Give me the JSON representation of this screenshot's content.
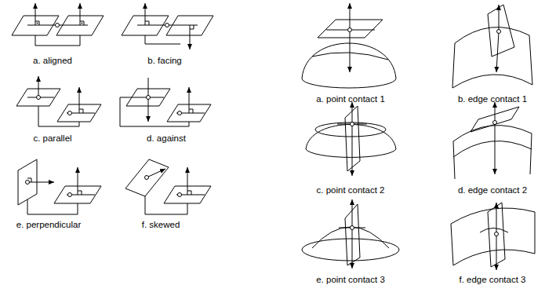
{
  "diagram": {
    "labels": [
      "a. aligned",
      "b. facing",
      "c. parallel",
      "d. against",
      "e. perpendicular",
      "f. skewed",
      "a. point contact 1",
      "b. edge contact 1",
      "c. point contact 2",
      "d. edge contact 2",
      "e. point contact 3",
      "f. edge contact 3"
    ]
  }
}
